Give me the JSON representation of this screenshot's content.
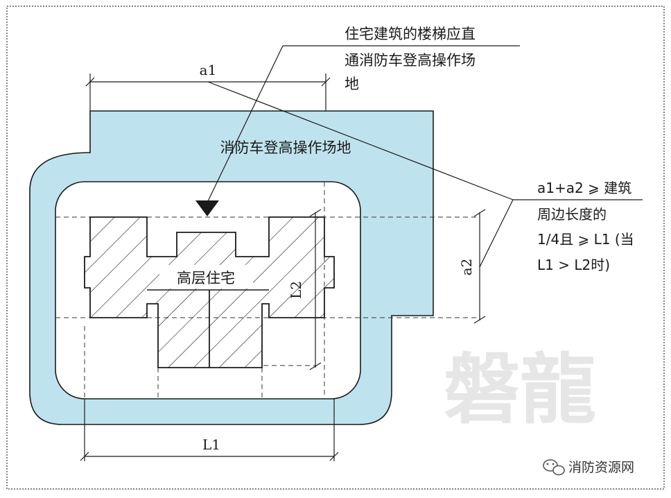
{
  "labels": {
    "callout_stairs_line1": "住宅建筑的楼梯应直",
    "callout_stairs_line2": "通消防车登高操作场",
    "callout_stairs_line3": "地",
    "operation_area": "消防车登高操作场地",
    "building": "高层住宅",
    "dim_a1": "a1",
    "dim_a2": "a2",
    "dim_l1": "L1",
    "dim_l2": "L2",
    "rule_line1": "a1+a2 ⩾ 建筑",
    "rule_line2": "周边长度的",
    "rule_line3": "1/4且 ⩾ L1 (当",
    "rule_line4": "L1 > L2时)"
  },
  "watermark": "磐龍",
  "source_badge": "消防资源网",
  "colors": {
    "area_fill": "#bfe3ee",
    "stroke": "#1a1a1a",
    "watermark": "#e6e6e6"
  },
  "icons": {
    "source_badge": "wechat-icon"
  }
}
